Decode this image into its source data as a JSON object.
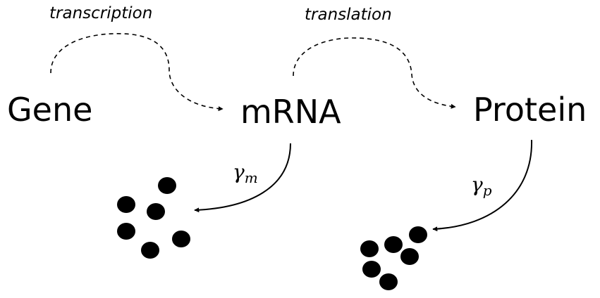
{
  "nodes": {
    "gene": "Gene",
    "mrna": "mRNA",
    "protein": "Protein"
  },
  "processes": {
    "transcription": "transcription",
    "translation": "translation"
  },
  "degradation": {
    "mrna_rate": {
      "symbol": "γ",
      "subscript": "m"
    },
    "protein_rate": {
      "symbol": "γ",
      "subscript": "p"
    }
  },
  "colors": {
    "ink": "#000000",
    "background": "#ffffff"
  }
}
